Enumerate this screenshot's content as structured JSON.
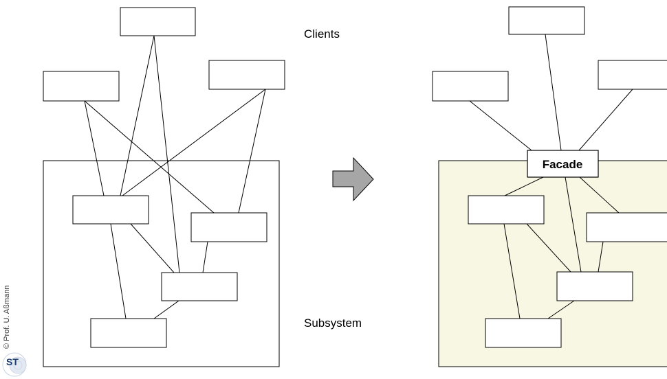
{
  "labels": {
    "clients": "Clients",
    "subsystem": "Subsystem",
    "facade": "Facade",
    "copyright": "© Prof. U. Aßmann",
    "logo": "ST"
  },
  "colors": {
    "subsystem_right_fill": "#f7f7e3",
    "arrow_fill": "#a6a6a6",
    "stroke": "#000000",
    "logo_blue": "#1b3e6e"
  }
}
